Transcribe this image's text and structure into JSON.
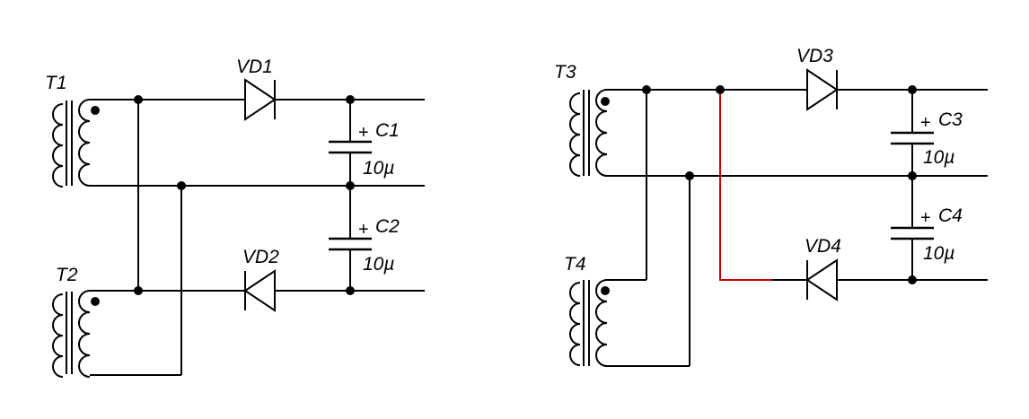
{
  "left": {
    "t1": "T1",
    "t2": "T2",
    "vd1": "VD1",
    "vd2": "VD2",
    "c1": "C1",
    "c2": "C2",
    "c1_value": "10µ",
    "c2_value": "10µ",
    "plus": "+"
  },
  "right": {
    "t3": "T3",
    "t4": "T4",
    "vd3": "VD3",
    "vd4": "VD4",
    "c3": "C3",
    "c4": "C4",
    "c3_value": "10µ",
    "c4_value": "10µ",
    "plus": "+"
  },
  "colors": {
    "wire": "#000000",
    "highlight": "#cc0000"
  }
}
